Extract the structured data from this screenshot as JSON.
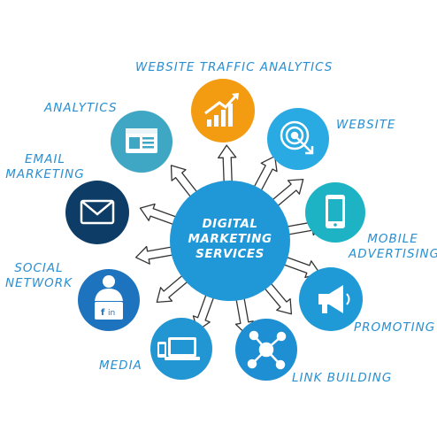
{
  "hub": {
    "lines": [
      "DIGITAL",
      "MARKETING",
      "SERVICES"
    ]
  },
  "nodes": {
    "website_traffic": {
      "label": "WEBSITE TRAFFIC ANALYTICS",
      "icon": "growth-chart-icon",
      "color": "#f39c12"
    },
    "website": {
      "label": "WEBSITE",
      "icon": "target-cursor-icon",
      "color": "#29aae2"
    },
    "mobile": {
      "label_line1": "MOBILE",
      "label_line2": "ADVERTISING",
      "icon": "smartphone-icon",
      "color": "#1db3c4"
    },
    "promoting": {
      "label": "PROMOTING",
      "icon": "megaphone-icon",
      "color": "#1f9ad6"
    },
    "link_building": {
      "label": "LINK BUILDING",
      "icon": "network-nodes-icon",
      "color": "#1e8fd2"
    },
    "media": {
      "label": "MEDIA",
      "icon": "devices-icon",
      "color": "#2196d3"
    },
    "social": {
      "label_line1": "SOCIAL",
      "label_line2": "NETWORK",
      "icon": "social-person-icon",
      "color": "#1e73be"
    },
    "email": {
      "label_line1": "EMAIL",
      "label_line2": "MARKETING",
      "icon": "envelope-icon",
      "color": "#0d3c66"
    },
    "analytics": {
      "label": "ANALYTICS",
      "icon": "browser-window-icon",
      "color": "#3fa7c4"
    }
  },
  "colors": {
    "hub": "#2098d8",
    "text": "#2a8fd1",
    "arrow_outline": "#333333"
  }
}
